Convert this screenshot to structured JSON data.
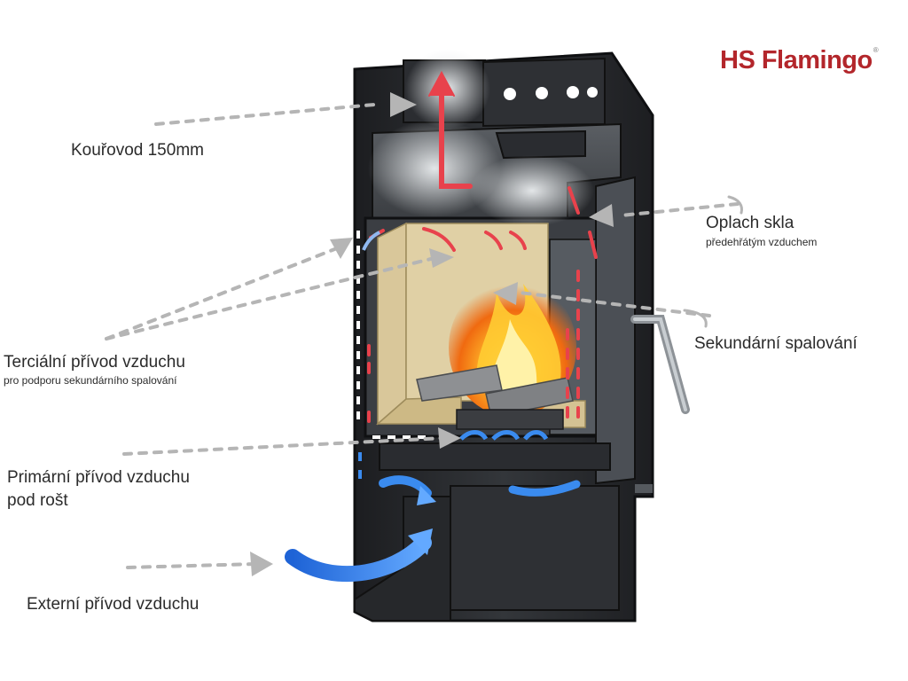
{
  "brand": {
    "name": "HS Flamingo",
    "registered_mark": "®",
    "color": "#b3262b"
  },
  "labels": {
    "flue": "Kouřovod 150mm",
    "glass_rinse": "Oplach skla",
    "glass_rinse_sub": "předehřátým vzduchem",
    "secondary": "Sekundární spalování",
    "tertiary": "Terciální přívod vzduchu",
    "tertiary_sub": "pro podporu sekundárního spalování",
    "primary_line1": "Primární přívod vzduchu",
    "primary_line2": "pod rošt",
    "external": "Externí přívod vzduchu"
  },
  "colors": {
    "stove_body": "#2a2c2f",
    "stove_edge": "#0f1012",
    "firebrick": "#d9c79a",
    "hot_air": "#e8424c",
    "cold_air": "#2f7fe0",
    "pointer": "#b5b5b5",
    "smoke": "#c9cdd1"
  }
}
